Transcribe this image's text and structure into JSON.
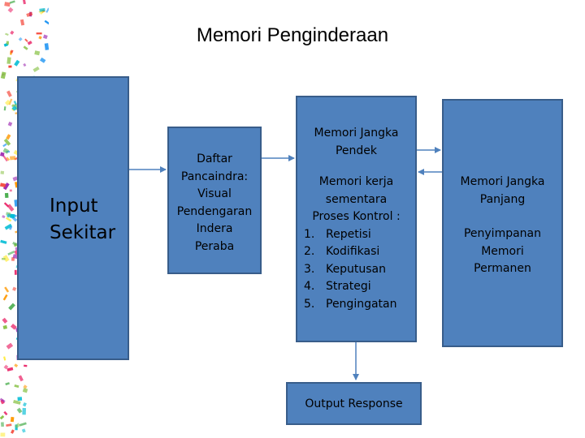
{
  "title": "Memori Penginderaan",
  "nodes": {
    "input": {
      "lines": [
        "Input",
        "Sekitar"
      ]
    },
    "sensory": {
      "lines": [
        "Daftar",
        "Pancaindra:",
        "Visual",
        "Pendengaran",
        "Indera",
        "Peraba"
      ]
    },
    "short_term": {
      "title_lines": [
        "Memori Jangka",
        "Pendek"
      ],
      "body_lines": [
        "Memori kerja",
        "sementara",
        "Proses Kontrol :"
      ],
      "list": [
        {
          "num": "1.",
          "text": "Repetisi"
        },
        {
          "num": "2.",
          "text": "Kodifikasi"
        },
        {
          "num": "3.",
          "text": "Keputusan"
        },
        {
          "num": "4.",
          "text": "Strategi"
        },
        {
          "num": "5.",
          "text": "Pengingatan"
        }
      ]
    },
    "long_term": {
      "title_lines": [
        "Memori Jangka",
        "Panjang"
      ],
      "sub_lines": [
        "Penyimpanan",
        "Memori",
        "Permanen"
      ]
    },
    "output": {
      "label": "Output Response"
    }
  },
  "colors": {
    "box_fill": "#4f81bd",
    "box_border": "#385d8a",
    "arrow": "#4f81bd"
  }
}
